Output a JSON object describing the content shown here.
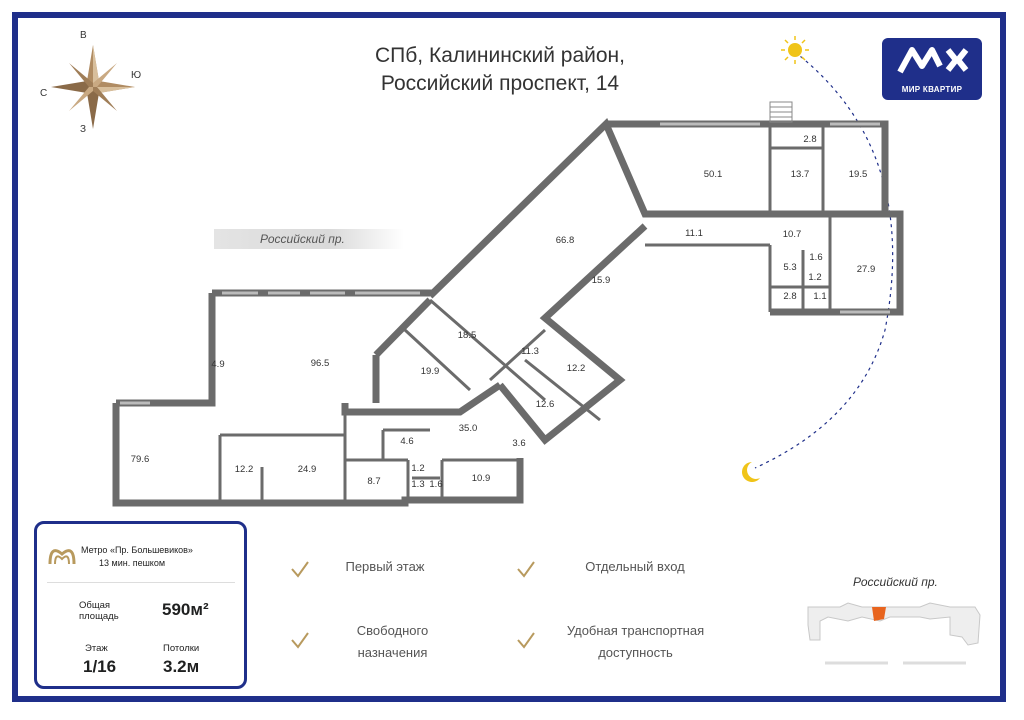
{
  "header": {
    "title_line1": "СПб, Калининский район,",
    "title_line2": "Российский проспект, 14"
  },
  "compass": {
    "north": "В",
    "south": "З",
    "east": "Ю",
    "west": "С"
  },
  "logo": {
    "caption": "МИР КВАРТИР",
    "brand_color": "#1f2f8a"
  },
  "street_label": "Российский пр.",
  "rooms": [
    "96.5",
    "4.9",
    "79.6",
    "12.2",
    "24.9",
    "8.7",
    "4.6",
    "1.2",
    "1.3",
    "1.6",
    "10.9",
    "35.0",
    "3.6",
    "19.9",
    "18.5",
    "11.3",
    "12.2",
    "12.6",
    "66.8",
    "15.9",
    "50.1",
    "11.1",
    "13.7",
    "2.8",
    "19.5",
    "10.7",
    "5.3",
    "1.6",
    "1.2",
    "27.9",
    "2.8",
    "1.1"
  ],
  "info": {
    "metro_name": "Метро «Пр. Большевиков»",
    "walk_time": "13 мин. пешком",
    "area_label_1": "Общая",
    "area_label_2": "площадь",
    "area_value": "590м²",
    "floor_label": "Этаж",
    "floor_value": "1/16",
    "ceiling_label": "Потолки",
    "ceiling_value": "3.2м"
  },
  "features": [
    {
      "line1": "Первый этаж",
      "line2": ""
    },
    {
      "line1": "Отдельный вход",
      "line2": ""
    },
    {
      "line1": "Свободного",
      "line2": "назначения"
    },
    {
      "line1": "Удобная транспортная",
      "line2": "доступность"
    }
  ],
  "location_map": {
    "label": "Российский пр.",
    "highlight_color": "#e8641e"
  },
  "colors": {
    "wall": "#6b6b6b",
    "accent_gold": "#b89a5e",
    "frame": "#1f2f8a"
  }
}
